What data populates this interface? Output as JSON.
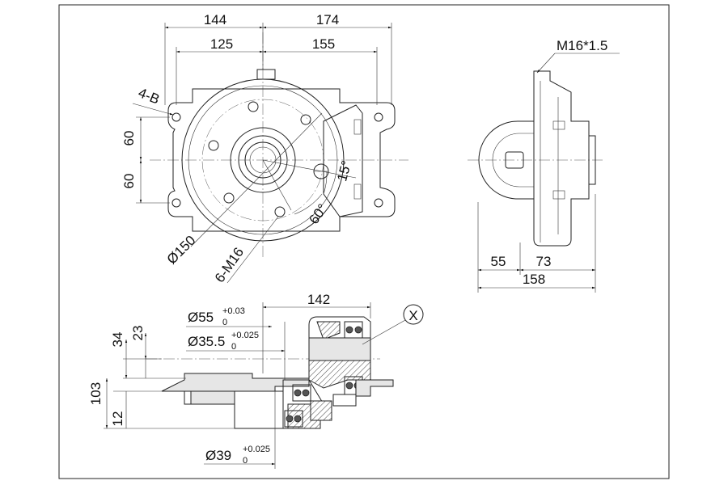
{
  "front_view": {
    "dims": {
      "width_left_outer": "144",
      "width_right_outer": "174",
      "width_left_inner": "125",
      "width_right_inner": "155",
      "height_upper": "60",
      "height_lower": "60",
      "bolt_holes": "4-B",
      "pcd": "Ø150",
      "threads": "6-M16",
      "angle_small": "15°",
      "angle_large": "60°"
    }
  },
  "side_view": {
    "dims": {
      "thread_callout": "M16*1.5",
      "offset_left": "55",
      "offset_right": "73",
      "overall_depth": "158"
    }
  },
  "section_view": {
    "dims": {
      "length_top": "142",
      "height_34": "34",
      "height_23": "23",
      "height_103": "103",
      "height_12": "12"
    },
    "tolerances": {
      "d55": {
        "base": "Ø55",
        "upper": "+0.03",
        "lower": "0"
      },
      "d35": {
        "base": "Ø35.5",
        "upper": "+0.025",
        "lower": "0"
      },
      "d39": {
        "base": "Ø39",
        "upper": "+0.025",
        "lower": "0"
      }
    },
    "detail_marker": "X"
  }
}
